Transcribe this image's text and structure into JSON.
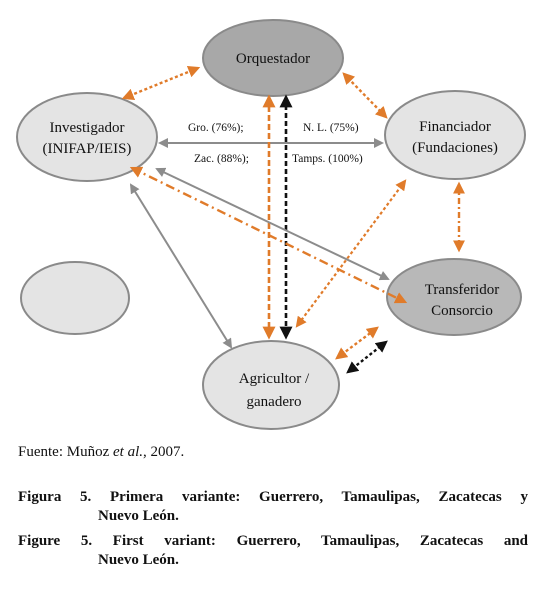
{
  "diagram": {
    "nodes": {
      "orquestador": {
        "label": "Orquestador",
        "fill": "#a8a8a8"
      },
      "investigador": {
        "line1": "Investigador",
        "line2": "(INIFAP/IEIS)",
        "fill": "#e4e4e4"
      },
      "financiador": {
        "line1": "Financiador",
        "line2": "(Fundaciones)",
        "fill": "#e4e4e4"
      },
      "transferidor": {
        "line1": "Transferidor",
        "line2": "Consorcio",
        "fill": "#b8b8b8"
      },
      "agricultor": {
        "line1": "Agricultor /",
        "line2": "ganadero",
        "fill": "#e4e4e4"
      },
      "empty": {
        "fill": "#e4e4e4"
      }
    },
    "edge_labels": {
      "gro": "Gro. (76%);",
      "nl": "N. L. (75%)",
      "zac": "Zac. (88%);",
      "tamps": "Tamps. (100%)"
    },
    "colors": {
      "orange": "#e07b2a",
      "gray": "#8c8c8c",
      "black": "#111111",
      "stroke": "#8a8a8a"
    }
  },
  "source": {
    "prefix": "Fuente: Muñoz ",
    "etal": "et al.",
    "suffix": ", 2007."
  },
  "caption_es": {
    "line1": "Figura 5. Primera variante: Guerrero, Tamaulipas, Zacatecas y",
    "line2": "Nuevo León."
  },
  "caption_en": {
    "line1": "Figure 5. First variant: Guerrero, Tamaulipas, Zacatecas and",
    "line2": "Nuevo León."
  }
}
